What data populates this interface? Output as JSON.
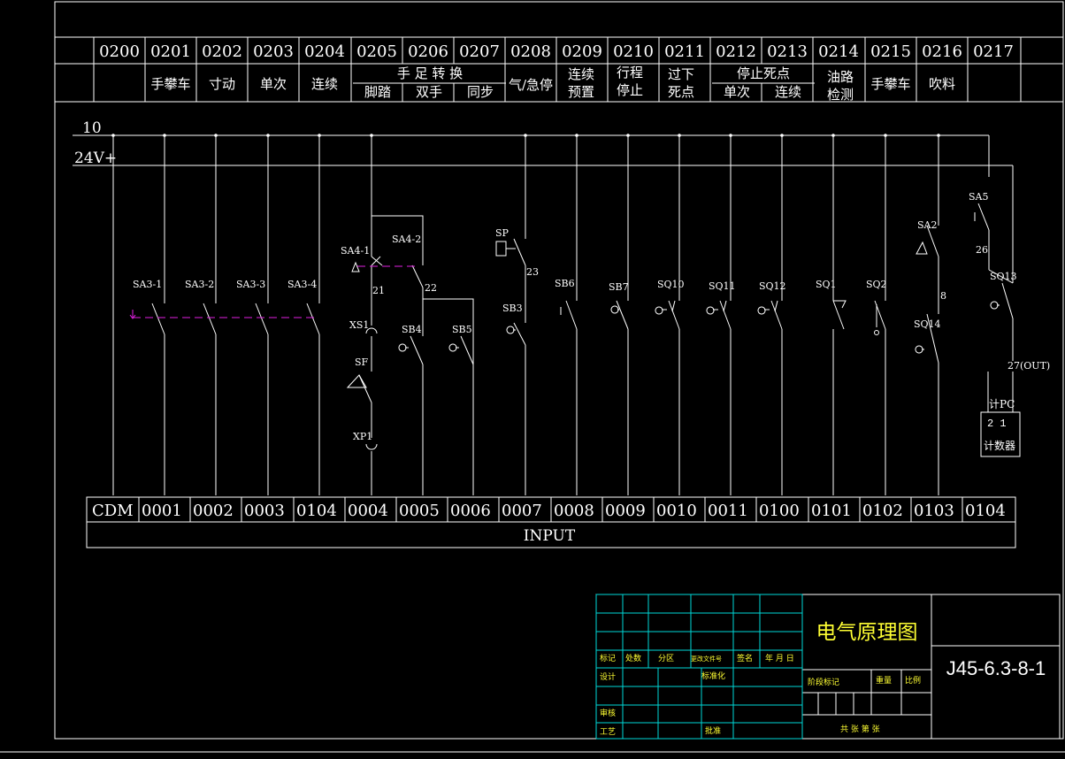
{
  "drawing": {
    "top_addresses": [
      "0200",
      "0201",
      "0202",
      "0203",
      "0204",
      "0205",
      "0206",
      "0207",
      "0208",
      "0209",
      "0210",
      "0211",
      "0212",
      "0213",
      "0214",
      "0215",
      "0216",
      "0217"
    ],
    "top_functions": [
      "",
      "手攀车",
      "寸动",
      "单次",
      "连续",
      "",
      "",
      "",
      "气/急停",
      "",
      "",
      "",
      "",
      "",
      "",
      "手攀车",
      "吹料",
      ""
    ],
    "top_group_foot_switch": "手 足 转 换",
    "top_sub_foot": "脚踏",
    "top_sub_two_hand": "双手",
    "top_sub_sync": "同步",
    "top_continuous_preset": [
      "连续",
      "预置"
    ],
    "top_stroke_stop": [
      "行程",
      "停止"
    ],
    "top_over_bottom_dead": [
      "过下",
      "死点"
    ],
    "top_group_stop_dead": "停止死点",
    "top_sub_single": "单次",
    "top_sub_continuous": "连续",
    "top_oil_check": [
      "油路",
      "检测"
    ],
    "rail_10": "10",
    "rail_24v": "24V+",
    "component_labels": {
      "sa3_1": "SA3-1",
      "sa3_2": "SA3-2",
      "sa3_3": "SA3-3",
      "sa3_4": "SA3-4",
      "sa4_1": "SA4-1",
      "sa4_2": "SA4-2",
      "w21": "21",
      "w22": "22",
      "w23": "23",
      "w26": "26",
      "w8": "8",
      "xs1": "XS1",
      "sf": "SF",
      "xp1": "XP1",
      "sb4": "SB4",
      "sb5": "SB5",
      "sp": "SP",
      "sb3": "SB3",
      "sb6": "SB6",
      "sb7": "SB7",
      "sq10": "SQ10",
      "sq11": "SQ11",
      "sq12": "SQ12",
      "sq1": "SQ1",
      "sq2": "SQ2",
      "sa2": "SA2",
      "sa5": "SA5",
      "sq14": "SQ14",
      "sq13": "SQ13",
      "out27": "27(OUT)",
      "counter_top": "计PC",
      "counter_pins": "2   1",
      "counter_name": "计数器"
    },
    "input_addresses": [
      "CDM",
      "0001",
      "0002",
      "0003",
      "0104",
      "0004",
      "0005",
      "0006",
      "0007",
      "0008",
      "0009",
      "0010",
      "0011",
      "0100",
      "0101",
      "0102",
      "0103",
      "0104"
    ],
    "input_label": "INPUT",
    "title_block": {
      "title": "电气原理图",
      "drawing_number": "J45-6.3-8-1",
      "row_labels": [
        "标记",
        "处数",
        "分区",
        "更改文件号",
        "签名",
        "年 月 日"
      ],
      "design": "设计",
      "standard": "标准化",
      "review": "审核",
      "process": "工艺",
      "approve": "批准",
      "stage_mark": "阶段标记",
      "weight": "重量",
      "scale": "比例",
      "sheets": "共  张  第  张"
    }
  }
}
